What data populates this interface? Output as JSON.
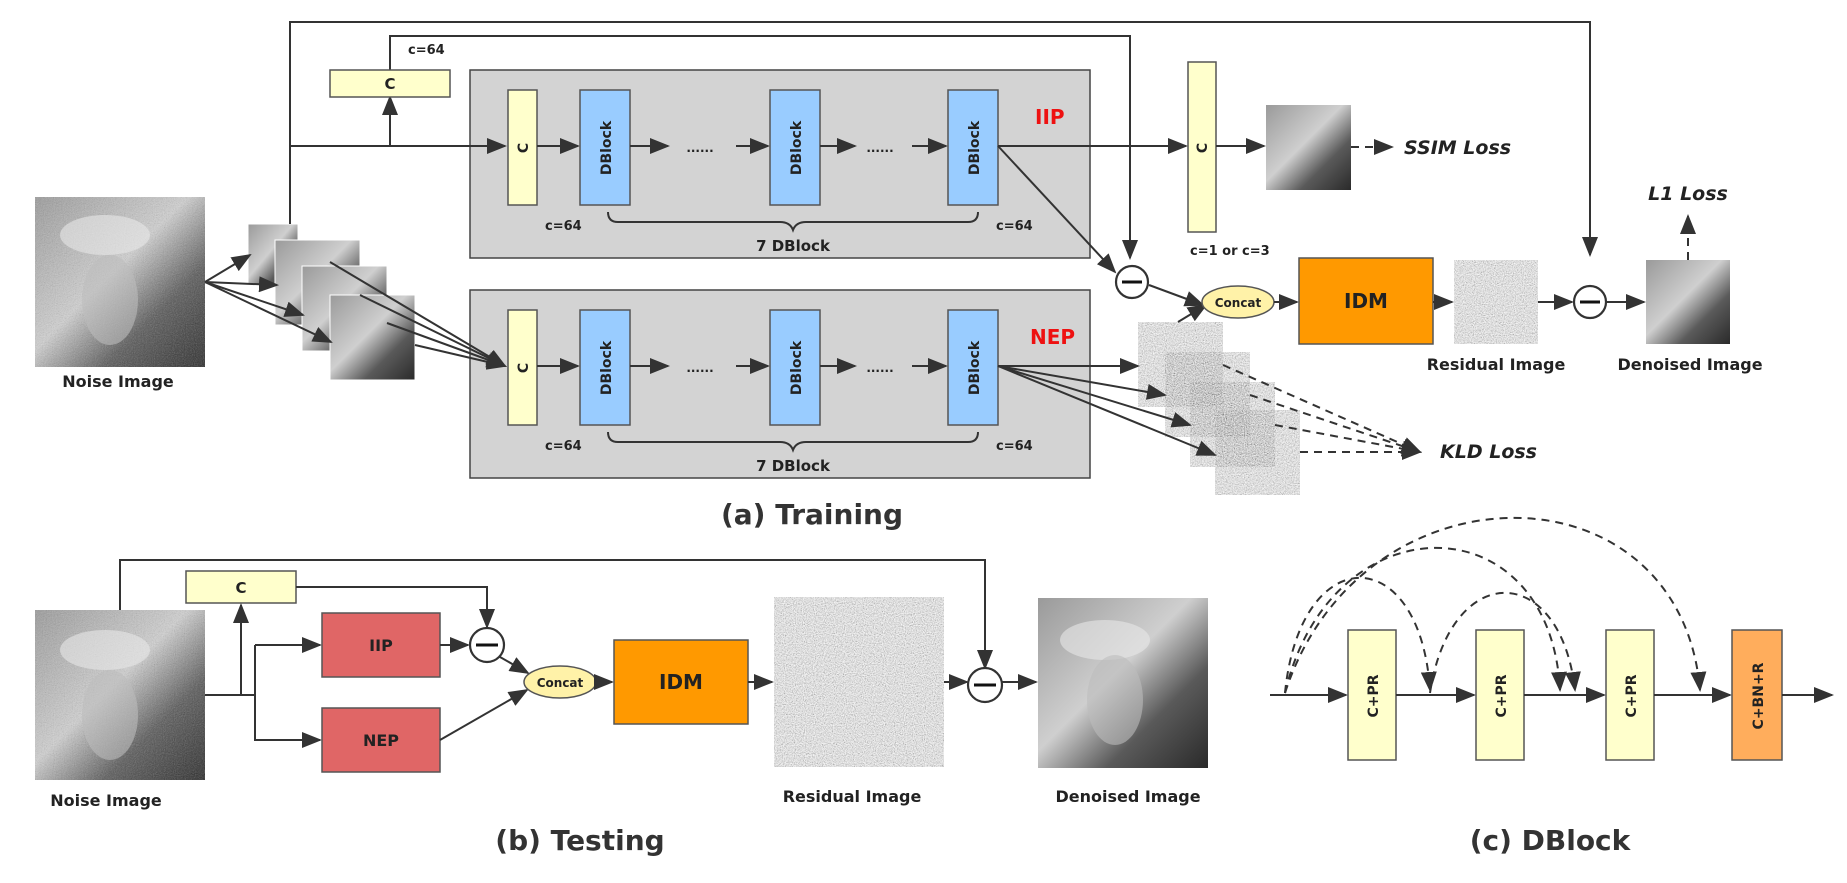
{
  "training": {
    "caption": "(a)  Training",
    "noise_label": "Noise Image",
    "conv_label": "C",
    "c64": "c=64",
    "dblock": "DBlock",
    "dots": "......",
    "brace_label": "7 DBlock",
    "iip": "IIP",
    "nep": "NEP",
    "c_out": "c=1 or c=3",
    "ssim": "SSIM Loss",
    "l1": "L1 Loss",
    "kld": "KLD Loss",
    "concat": "Concat",
    "idm": "IDM",
    "residual": "Residual Image",
    "denoised": "Denoised Image"
  },
  "testing": {
    "caption": "(b)  Testing",
    "noise_label": "Noise Image",
    "conv_label": "C",
    "iip": "IIP",
    "nep": "NEP",
    "concat": "Concat",
    "idm": "IDM",
    "residual": "Residual Image",
    "denoised": "Denoised Image"
  },
  "dblock": {
    "caption": "(c)  DBlock",
    "cpr": "C+PR",
    "cbnr": "C+BN+R"
  },
  "colors": {
    "panel_gray": "#d3d3d3",
    "conv_yellow": "#ffffcc",
    "dblock_blue": "#99ccff",
    "idm_orange": "#ff9900",
    "pred_red": "#e06666",
    "cbnr_orange": "#ffad5c",
    "concat_yellow": "#fff2a8",
    "accent_red": "#ee1111"
  },
  "icons": [
    "minus-circle-icon",
    "arrow-icon",
    "image-thumbnail-icon"
  ]
}
